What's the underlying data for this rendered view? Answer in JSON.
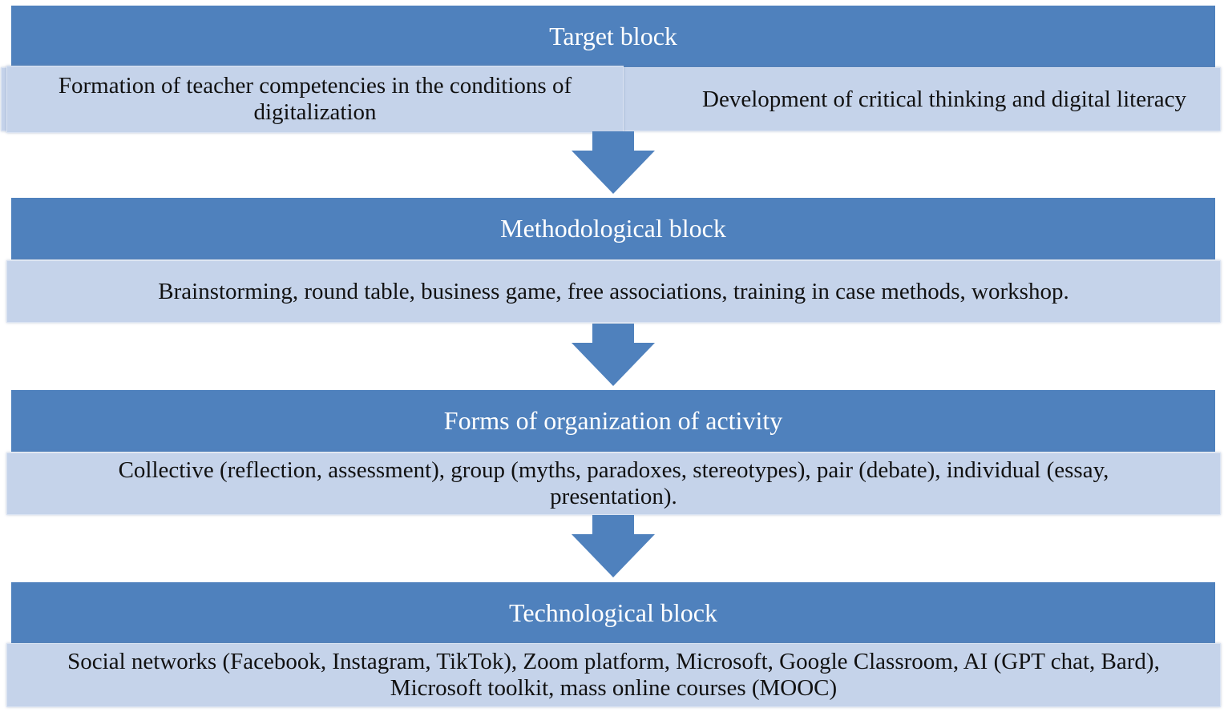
{
  "blocks": [
    {
      "title": "Target block",
      "items": [
        "Formation of teacher competencies in the conditions of digitalization",
        "Development of critical thinking and digital literacy"
      ]
    },
    {
      "title": "Methodological block",
      "items": [
        "Brainstorming, round table, business game, free associations, training in case methods, workshop."
      ]
    },
    {
      "title": "Forms of organization of activity",
      "items": [
        "Collective (reflection, assessment), group (myths, paradoxes, stereotypes), pair (debate), individual (essay, presentation)."
      ]
    },
    {
      "title": "Technological block",
      "items": [
        "Social networks (Facebook, Instagram, TikTok), Zoom platform, Microsoft, Google Classroom, AI (GPT chat, Bard), Microsoft toolkit, mass online courses (MOOC)"
      ]
    }
  ],
  "colors": {
    "header": "#4f81bd",
    "detail": "#c5d3ea",
    "arrow": "#4f81bd"
  }
}
